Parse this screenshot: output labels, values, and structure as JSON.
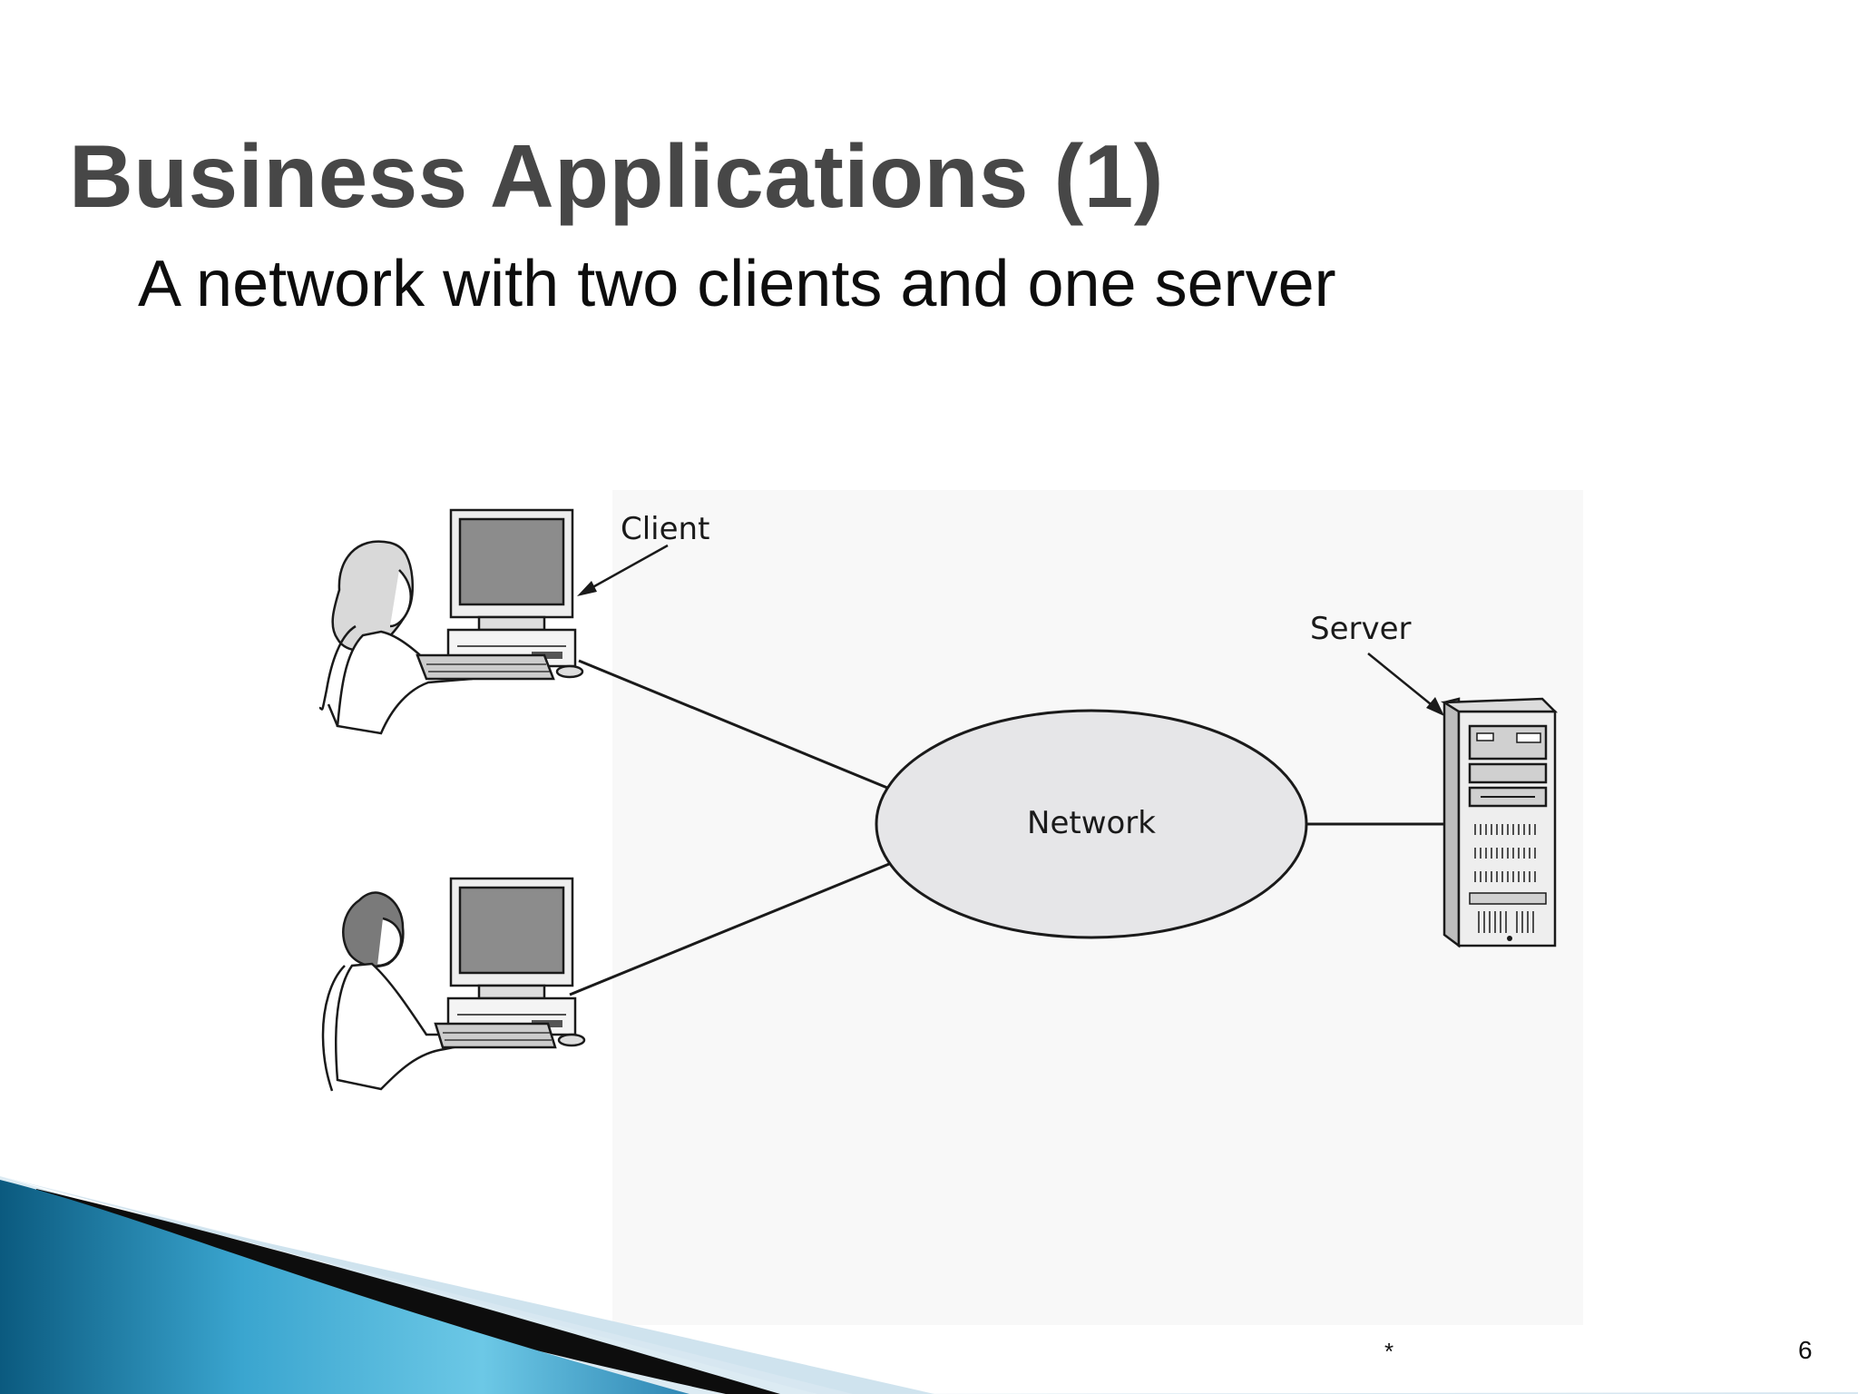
{
  "slide": {
    "title": "Business Applications (1)",
    "subtitle": "A network with two clients and one server",
    "footer_mark": "*",
    "page_number": "6"
  },
  "diagram": {
    "client_label": "Client",
    "server_label": "Server",
    "network_label": "Network"
  },
  "colors": {
    "title": "#474747",
    "network_fill": "#e6e6e8",
    "screen": "#8c8c8c",
    "wave_dark": "#0b5a7f",
    "wave_light": "#53bde3"
  },
  "icons": [
    "client-person-icon",
    "desktop-computer-icon",
    "server-tower-icon"
  ]
}
